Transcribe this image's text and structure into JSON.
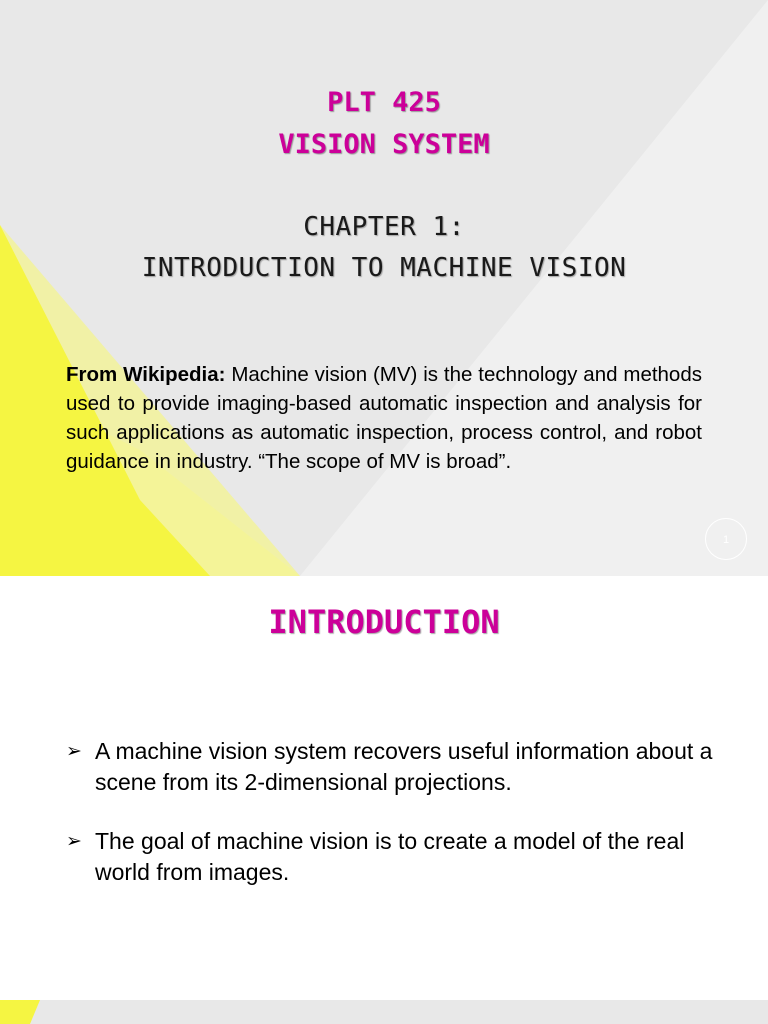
{
  "slide1": {
    "course_code": "PLT 425",
    "course_name": "VISION SYSTEM",
    "chapter": "CHAPTER 1:",
    "chapter_title": "INTRODUCTION TO MACHINE VISION",
    "source_label": "From Wikipedia:",
    "description": "Machine vision (MV) is the technology and methods used to provide imaging-based automatic inspection and analysis for such applications as automatic inspection, process control, and robot guidance in industry. “The scope of MV is broad”.",
    "slide_number": "1"
  },
  "slide2": {
    "title": "INTRODUCTION",
    "bullets": [
      "A machine vision system recovers useful information about a scene from its 2-dimensional projections.",
      "The goal of machine vision is to create a model of the real world from images."
    ]
  },
  "colors": {
    "title_accent": "#cc0099",
    "yellow": "#f5f542",
    "background_gray": "#e8e8e8"
  }
}
